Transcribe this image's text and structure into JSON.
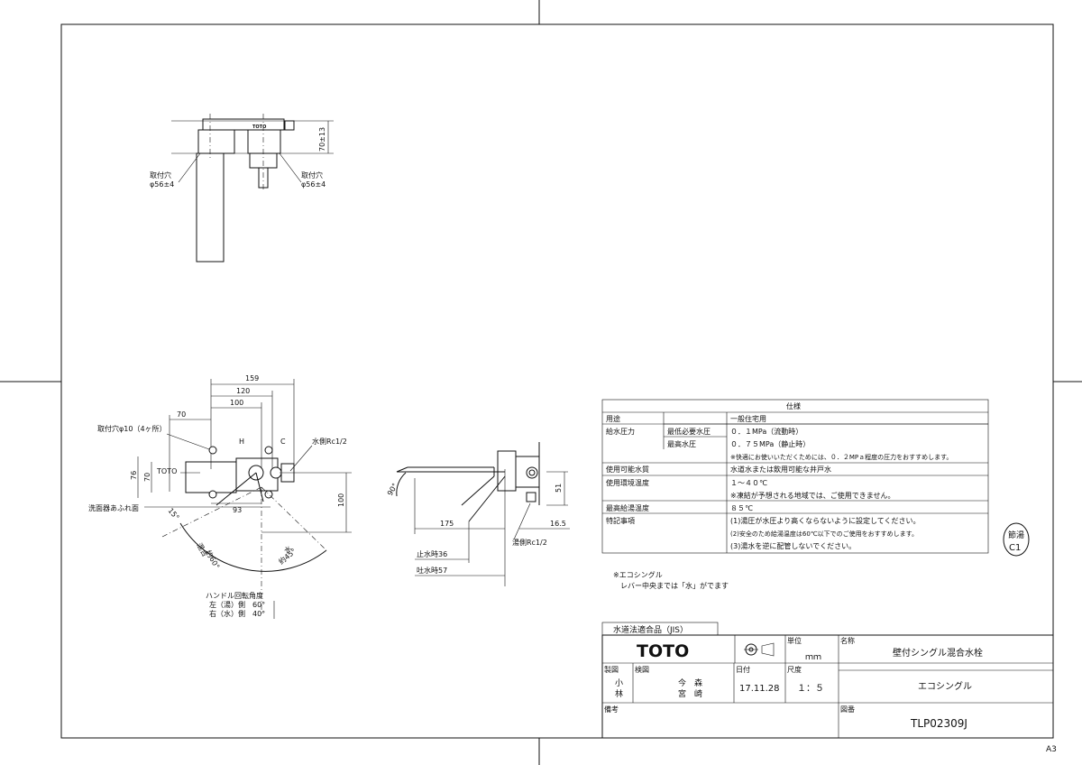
{
  "sheet_size": "A3",
  "drain_mark": {
    "line1": "節湯",
    "line2": "C1"
  },
  "top_view": {
    "dim_height": "70±13",
    "hole_left_label": "取付穴",
    "hole_left_value": "φ56±4",
    "hole_right_label": "取付穴",
    "hole_right_value": "φ56±4"
  },
  "front_view": {
    "dim_159": "159",
    "dim_120": "120",
    "dim_100": "100",
    "dim_70": "70",
    "dim_76": "76",
    "dim_70v": "70",
    "dim_93": "93",
    "dim_100v": "100",
    "label_h": "H",
    "label_c": "C",
    "mount_hole": "取付穴φ10（4ヶ所）",
    "water_side": "水側Rc1/2",
    "brand": "TOTO",
    "basin_overflow": "洗面器あふれ面",
    "angle_15": "15°",
    "hot_mix": "混合",
    "hot_angle": "約60°",
    "cold": "水",
    "cold_angle": "約45°",
    "handle_title": "ハンドル回転角度",
    "handle_left": "左（湯）側　60°",
    "handle_right": "右（水）側　40°"
  },
  "side_view": {
    "angle_90": "90°",
    "dim_175": "175",
    "dim_51": "51",
    "dim_16_5": "16.5",
    "stop_36": "止水時36",
    "spout_57": "吐水時57",
    "hot_side": "湯側Rc1/2"
  },
  "spec_table": {
    "title": "仕様",
    "rows": [
      {
        "c1": "用途",
        "c2": "",
        "c3": "一般住宅用"
      },
      {
        "c1": "給水圧力",
        "c2": "最低必要水圧",
        "c3": "０．１MPa（流動時）"
      },
      {
        "c1": "",
        "c2": "最高水圧",
        "c3": "０．７５MPa（静止時）"
      },
      {
        "c1": "",
        "c2": "",
        "c3": "※快適にお使いいただくためには、０．２MPａ程度の圧力をおすすめします。"
      },
      {
        "c1": "使用可能水質",
        "c2": "",
        "c3": "水道水または飲用可能な井戸水"
      },
      {
        "c1": "使用環境温度",
        "c2": "",
        "c3": "１～４０℃"
      },
      {
        "c1": "",
        "c2": "",
        "c3": "※凍結が予想される地域では、ご使用できません。"
      },
      {
        "c1": "最高給湯温度",
        "c2": "",
        "c3": "８５℃"
      },
      {
        "c1": "特記事項",
        "c2": "",
        "c3": "(1)湯圧が水圧より高くならないように設定してください。"
      },
      {
        "c1": "",
        "c2": "",
        "c3": "(2)安全のため給湯温度は60℃以下でのご使用をおすすめします。"
      },
      {
        "c1": "",
        "c2": "",
        "c3": "(3)湯水を逆に配管しないでください。"
      }
    ]
  },
  "notes": {
    "line1": "※エコシングル",
    "line2": "レバー中央までは「水」がでます"
  },
  "title_block": {
    "jis": "水道法適合品（JIS）",
    "brand": "TOTO",
    "unit_label": "単位",
    "unit_value": "ｍｍ",
    "name_label": "名称",
    "name_value": "壁付シングル混合水栓",
    "made_label": "製図",
    "made_value_1": "小",
    "made_value_2": "林",
    "check_label": "検図",
    "check_value_1": "今　森",
    "check_value_2": "宮　崎",
    "date_label": "日付",
    "date_value": "17.11.28",
    "scale_label": "尺度",
    "scale_value": "１：５",
    "sub_name": "エコシングル",
    "remarks_label": "備考",
    "drawing_no_label": "図番",
    "drawing_no": "TLP02309J"
  }
}
